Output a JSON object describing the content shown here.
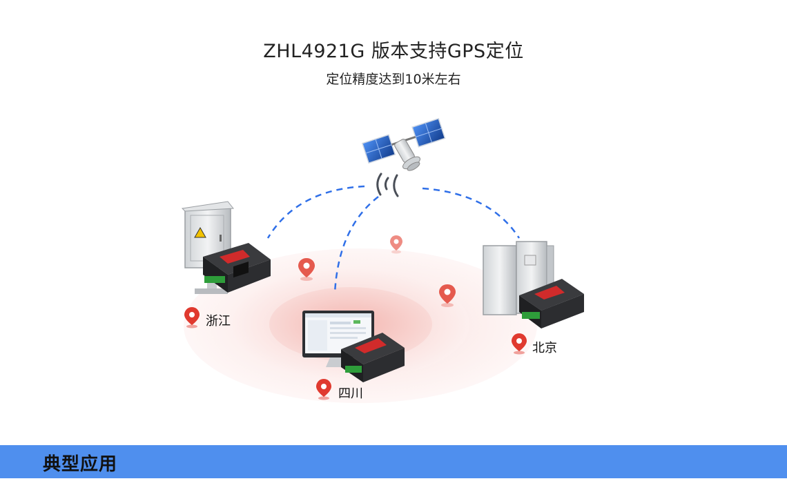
{
  "header": {
    "title": "ZHL4921G 版本支持GPS定位",
    "subtitle": "定位精度达到10米左右"
  },
  "locations": [
    {
      "label": "浙江"
    },
    {
      "label": "四川"
    },
    {
      "label": "北京"
    }
  ],
  "banner": {
    "label": "典型应用"
  },
  "colors": {
    "banner": "#4f8fee",
    "pin": "#e03a2f",
    "signal_path": "#2f6fe8",
    "ellipse_outer": "#fdeeee",
    "ellipse_inner": "#f4b9b5"
  }
}
